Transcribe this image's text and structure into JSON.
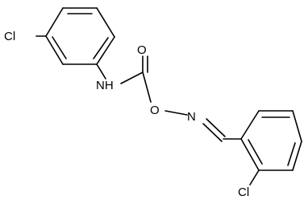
{
  "structure": {
    "atoms": {
      "cl_top": "Cl",
      "nh": "NH",
      "o_carbonyl": "O",
      "o_ether": "O",
      "n_imine": "N",
      "cl_bottom": "Cl"
    }
  }
}
